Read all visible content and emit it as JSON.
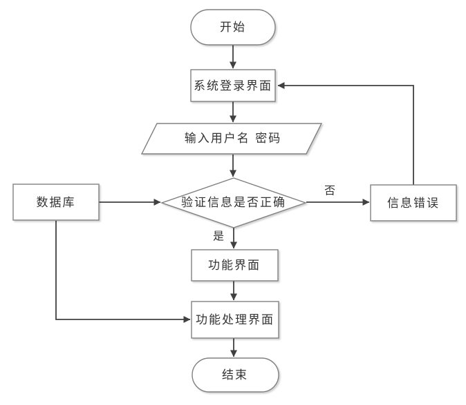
{
  "diagram": {
    "type": "flowchart",
    "background": "#ffffff",
    "colors": {
      "shape_border": "#808080",
      "shape_fill": "#ffffff",
      "connector": "#404040",
      "text": "#333333"
    },
    "nodes": {
      "start": {
        "shape": "stadium",
        "label": "开始"
      },
      "login_screen": {
        "shape": "rectangle",
        "label": "系统登录界面"
      },
      "input_credentials": {
        "shape": "parallelogram",
        "label": "输入用户名 密码"
      },
      "verify": {
        "shape": "diamond",
        "label": "验证信息是否正确"
      },
      "database": {
        "shape": "rectangle",
        "label": "数据库"
      },
      "info_error": {
        "shape": "rectangle",
        "label": "信息错误"
      },
      "function_screen": {
        "shape": "rectangle",
        "label": "功能界面"
      },
      "function_process_screen": {
        "shape": "rectangle",
        "label": "功能处理界面"
      },
      "end": {
        "shape": "stadium",
        "label": "结束"
      }
    },
    "edges": [
      {
        "from": "start",
        "to": "login_screen",
        "label": ""
      },
      {
        "from": "login_screen",
        "to": "input_credentials",
        "label": ""
      },
      {
        "from": "input_credentials",
        "to": "verify",
        "label": ""
      },
      {
        "from": "database",
        "to": "verify",
        "label": ""
      },
      {
        "from": "verify",
        "to": "info_error",
        "label": "否"
      },
      {
        "from": "verify",
        "to": "function_screen",
        "label": "是"
      },
      {
        "from": "function_screen",
        "to": "function_process_screen",
        "label": ""
      },
      {
        "from": "database",
        "to": "function_process_screen",
        "label": ""
      },
      {
        "from": "function_process_screen",
        "to": "end",
        "label": ""
      },
      {
        "from": "info_error",
        "to": "login_screen",
        "label": ""
      }
    ]
  }
}
